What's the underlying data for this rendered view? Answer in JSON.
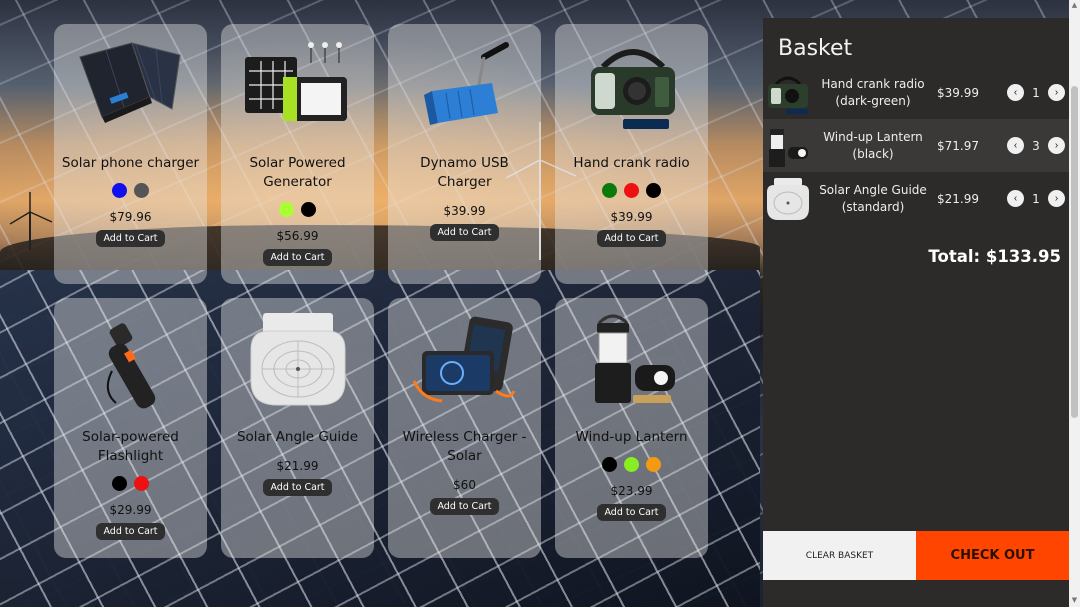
{
  "products": [
    {
      "name": "Solar phone charger",
      "colors": [
        "#1010ee",
        "#555555"
      ],
      "price": "$79.96",
      "button": "Add to Cart",
      "icon": "solar-panel-icon"
    },
    {
      "name": "Solar Powered Generator",
      "colors": [
        "#aaff33",
        "#000000"
      ],
      "price": "$56.99",
      "button": "Add to Cart",
      "icon": "generator-icon"
    },
    {
      "name": "Dynamo USB Charger",
      "colors": [],
      "price": "$39.99",
      "button": "Add to Cart",
      "icon": "dynamo-charger-icon"
    },
    {
      "name": "Hand crank radio",
      "colors": [
        "#0a7a0a",
        "#ee1111",
        "#000000"
      ],
      "price": "$39.99",
      "button": "Add to Cart",
      "icon": "radio-icon"
    },
    {
      "name": "Solar-powered Flashlight",
      "colors": [
        "#000000",
        "#ee1111"
      ],
      "price": "$29.99",
      "button": "Add to Cart",
      "icon": "flashlight-icon"
    },
    {
      "name": "Solar Angle Guide",
      "colors": [],
      "price": "$21.99",
      "button": "Add to Cart",
      "icon": "angle-guide-icon"
    },
    {
      "name": "Wireless Charger - Solar",
      "colors": [],
      "price": "$60",
      "button": "Add to Cart",
      "icon": "wireless-charger-icon"
    },
    {
      "name": "Wind-up Lantern",
      "colors": [
        "#000000",
        "#88ee22",
        "#f39a11"
      ],
      "price": "$23.99",
      "button": "Add to Cart",
      "icon": "lantern-icon"
    }
  ],
  "basket": {
    "title": "Basket",
    "items": [
      {
        "name": "Hand crank radio (dark-green)",
        "price": "$39.99",
        "qty": "1",
        "icon": "radio-icon"
      },
      {
        "name": "Wind-up Lantern (black)",
        "price": "$71.97",
        "qty": "3",
        "icon": "lantern-icon"
      },
      {
        "name": "Solar Angle Guide (standard)",
        "price": "$21.99",
        "qty": "1",
        "icon": "angle-guide-icon"
      }
    ],
    "decrement_icon": "chevron-left-icon",
    "increment_icon": "chevron-right-icon",
    "total": "Total: $133.95",
    "clear_label": "CLEAR BASKET",
    "checkout_label": "CHECK OUT"
  },
  "colors": {
    "checkout": "#ff4500",
    "sidebar": "#2c2b29"
  }
}
